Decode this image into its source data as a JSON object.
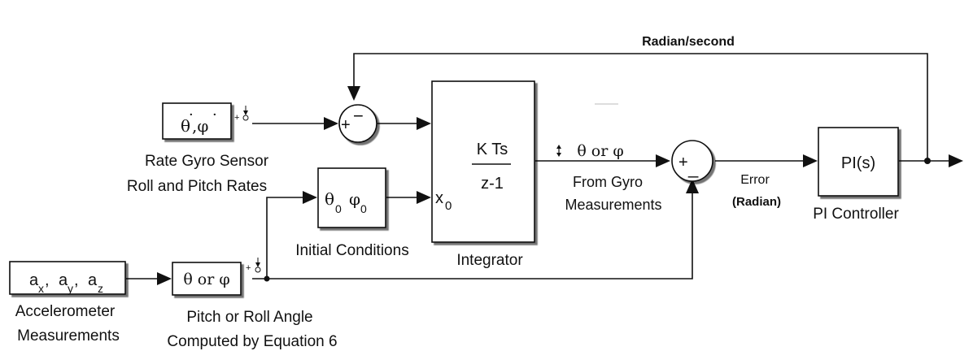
{
  "diagram": {
    "signals": {
      "feedback": "Radian/second",
      "error": "Error",
      "error_unit": "(Radian)",
      "integrator_out": "θ or φ",
      "accel_vector": "a"
    },
    "blocks": {
      "gyro": {
        "content": "θ",
        "content_phi": ",φ",
        "caption_1": "Rate Gyro Sensor",
        "caption_2": "Roll and Pitch Rates"
      },
      "initial": {
        "theta": "θ",
        "theta_sub": "0",
        "phi": "φ",
        "phi_sub": "0",
        "caption": "Initial Conditions"
      },
      "integrator": {
        "numerator": "K Ts",
        "denominator": "z-1",
        "port": "x",
        "port_sub": "0",
        "caption": "Integrator"
      },
      "pitch_roll": {
        "content": "θ or φ",
        "caption_1": "Pitch or Roll Angle",
        "caption_2": "Computed by Equation 6"
      },
      "accel": {
        "x_sub": "x",
        "y_sub": "y",
        "z_sub": "z",
        "caption_1": "Accelerometer",
        "caption_2": "Measurements"
      },
      "gyro_meas": {
        "caption_1": "From Gyro",
        "caption_2": "Measurements"
      },
      "pi": {
        "content": "PI(s)",
        "caption": "PI Controller"
      }
    },
    "sums": {
      "sum1_plus": "+",
      "sum1_minus": "−",
      "sum2_plus": "+",
      "sum2_minus": "_"
    }
  }
}
